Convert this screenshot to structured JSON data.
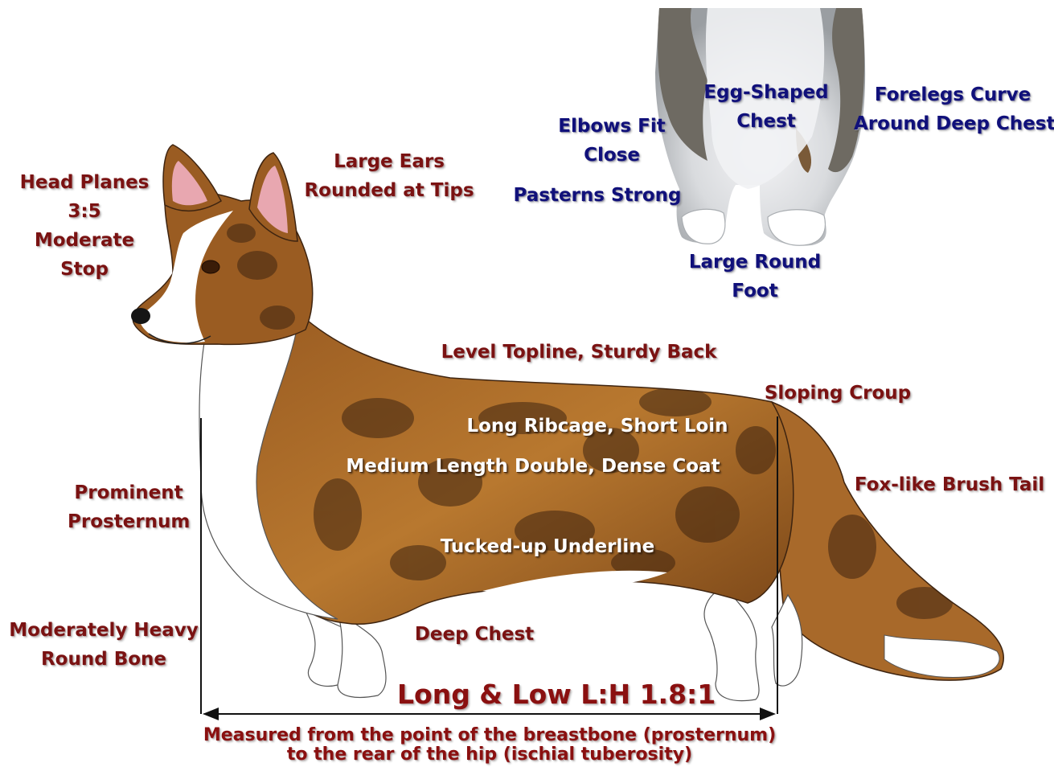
{
  "colors": {
    "dark_red_text": "#7a1212",
    "navy_text": "#10107a",
    "white_text": "#ffffff",
    "coat_brown": "#8a5220",
    "coat_tan": "#c98a3e",
    "coat_dark": "#3e2410",
    "white_fur": "#ffffff",
    "grey_fur": "#6b6e70"
  },
  "labels": {
    "head_planes": [
      "Head Planes",
      "3:5",
      "Moderate",
      "Stop"
    ],
    "large_ears": [
      "Large Ears",
      "Rounded at Tips"
    ],
    "elbows_fit": [
      "Elbows Fit",
      "Close"
    ],
    "egg_chest": [
      "Egg-Shaped",
      "Chest"
    ],
    "forelegs_curve": [
      "Forelegs Curve",
      "Around Deep Chest"
    ],
    "pasterns": [
      "Pasterns Strong"
    ],
    "large_foot": [
      "Large Round",
      "Foot"
    ],
    "topline": [
      "Level Topline, Sturdy Back"
    ],
    "croup": [
      "Sloping Croup"
    ],
    "ribcage": [
      "Long Ribcage, Short Loin"
    ],
    "coat": [
      "Medium Length Double, Dense Coat"
    ],
    "tail": [
      "Fox-like Brush Tail"
    ],
    "prosternum": [
      "Prominent",
      "Prosternum"
    ],
    "underline": [
      "Tucked-up Underline"
    ],
    "bone": [
      "Moderately Heavy",
      "Round Bone"
    ],
    "deep_chest": [
      "Deep Chest"
    ],
    "long_low": [
      "Long & Low L:H 1.8:1"
    ],
    "measured": [
      "Measured from the point of the breastbone (prosternum)",
      "to the rear of the hip (ischial tuberosity)"
    ]
  }
}
